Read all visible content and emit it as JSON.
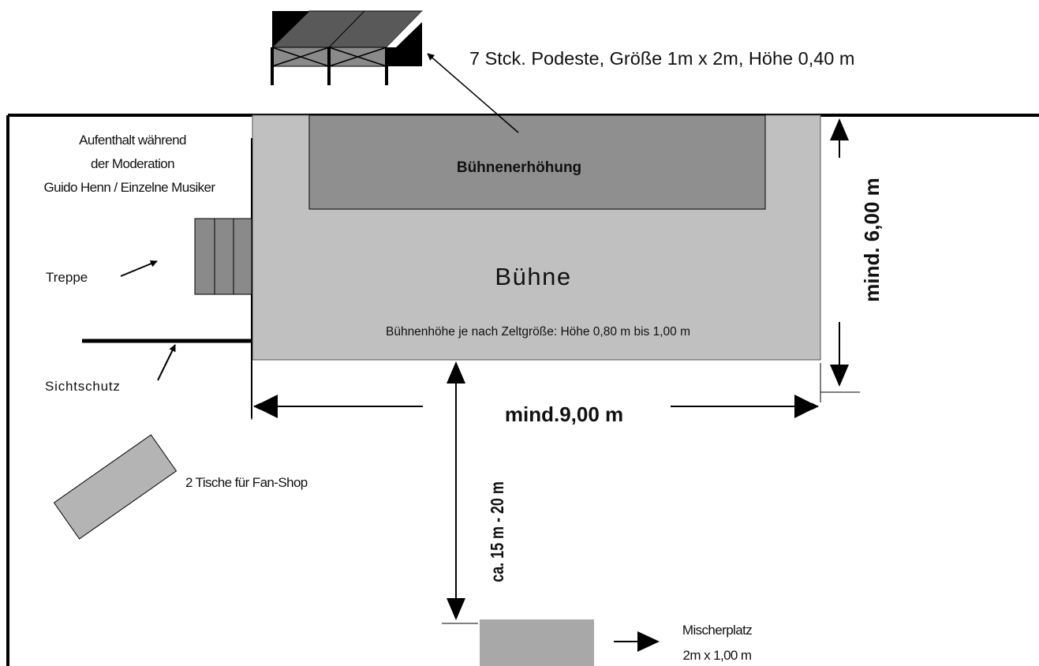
{
  "labels": {
    "podest_note": "7 Stck. Podeste, Größe 1m x 2m, Höhe 0,40 m",
    "stage_riser": "Bühnenerhöhung",
    "stage": "Bühne",
    "stage_height_note": "Bühnenhöhe je nach Zeltgröße:  Höhe  0,80 m  bis 1,00 m",
    "waiting_area_line1": "Aufenthalt während",
    "waiting_area_line2": "der Moderation",
    "waiting_area_line3": "Guido Henn / Einzelne Musiker",
    "stairs": "Treppe",
    "privacy_screen": "Sichtschutz",
    "width_dimension": "mind.9,00 m",
    "depth_dimension": "mind. 6,00 m",
    "distance_dimension": "ca. 15 m - 20 m",
    "fanshop": "2  Tische für Fan-Shop",
    "mixer_line1": "Mischerplatz",
    "mixer_line2": "2m x 1,00 m"
  },
  "colors": {
    "stage_fill": "#c0c0c0",
    "riser_fill": "#8f8f8f",
    "stairs_fill": "#8a8a8a",
    "table_fill": "#b4b4b4",
    "mixer_fill": "#a8a8a8",
    "podest_top": "#595959",
    "podest_frame": "#8a8a8a",
    "line": "#000000"
  }
}
